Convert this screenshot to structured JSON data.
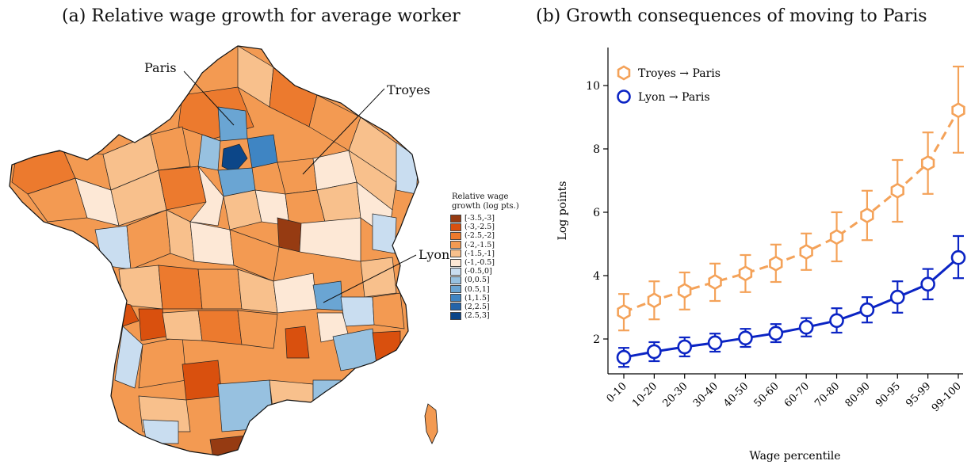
{
  "panel_a": {
    "title": "(a) Relative wage growth for average worker",
    "cities": [
      {
        "name": "Paris"
      },
      {
        "name": "Troyes"
      },
      {
        "name": "Lyon"
      }
    ],
    "legend": {
      "title_line1": "Relative wage",
      "title_line2": "growth (log pts.)",
      "bins": [
        {
          "label": "[-3.5,-3]",
          "color": "#963b12"
        },
        {
          "label": "(-3,-2.5]",
          "color": "#d9500e"
        },
        {
          "label": "(-2.5,-2]",
          "color": "#ec7a2e"
        },
        {
          "label": "(-2,-1.5]",
          "color": "#f39a52"
        },
        {
          "label": "(-1.5,-1]",
          "color": "#f8c08c"
        },
        {
          "label": "(-1,-0.5]",
          "color": "#fde8d6"
        },
        {
          "label": "(-0.5,0]",
          "color": "#c9ddf0"
        },
        {
          "label": "(0,0.5]",
          "color": "#97c1e0"
        },
        {
          "label": "(0.5,1]",
          "color": "#6aa5d3"
        },
        {
          "label": "(1,1.5]",
          "color": "#3f85c3"
        },
        {
          "label": "(2,2.5]",
          "color": "#2464a9"
        },
        {
          "label": "(2.5,3]",
          "color": "#0c4688"
        }
      ]
    }
  },
  "chart_data": {
    "type": "line",
    "title": "(b) Growth consequences of moving to Paris",
    "xlabel": "Wage percentile",
    "ylabel": "Log points",
    "categories": [
      "0-10",
      "10-20",
      "20-30",
      "30-40",
      "40-50",
      "50-60",
      "60-70",
      "70-80",
      "80-90",
      "90-95",
      "95-99",
      "99-100"
    ],
    "ylim": [
      0.9,
      11.2
    ],
    "yticks": [
      2,
      4,
      6,
      8,
      10
    ],
    "grid": false,
    "legend_position": "top-left",
    "series": [
      {
        "name": "Troyes → Paris",
        "color": "#f4a259",
        "marker": "hexagon",
        "linestyle": "dashed",
        "values": [
          2.85,
          3.22,
          3.52,
          3.8,
          4.07,
          4.38,
          4.75,
          5.22,
          5.9,
          6.68,
          7.55,
          9.22
        ],
        "ci_low": [
          2.27,
          2.62,
          2.93,
          3.2,
          3.48,
          3.8,
          4.18,
          4.45,
          5.12,
          5.7,
          6.58,
          7.88
        ],
        "ci_high": [
          3.42,
          3.82,
          4.1,
          4.38,
          4.65,
          4.98,
          5.33,
          6.0,
          6.68,
          7.65,
          8.52,
          10.6
        ]
      },
      {
        "name": "Lyon → Paris",
        "color": "#0b24c4",
        "marker": "circle",
        "linestyle": "solid",
        "values": [
          1.42,
          1.6,
          1.75,
          1.88,
          2.03,
          2.18,
          2.37,
          2.58,
          2.92,
          3.32,
          3.73,
          4.57
        ],
        "ci_low": [
          1.12,
          1.3,
          1.45,
          1.6,
          1.75,
          1.9,
          2.08,
          2.2,
          2.52,
          2.83,
          3.25,
          3.92
        ],
        "ci_high": [
          1.72,
          1.9,
          2.05,
          2.17,
          2.32,
          2.47,
          2.66,
          2.97,
          3.32,
          3.82,
          4.21,
          5.25
        ]
      }
    ]
  }
}
